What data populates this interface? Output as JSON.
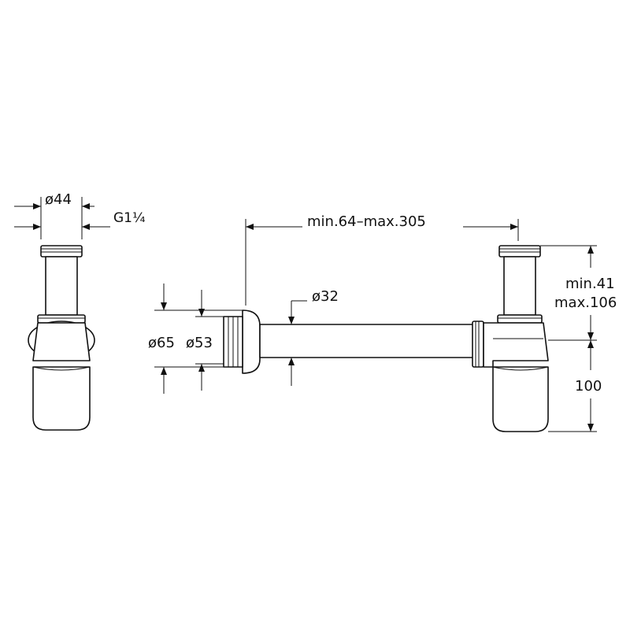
{
  "side_view": {
    "diameter_label": "ø44",
    "thread_label": "G1¼"
  },
  "front_view": {
    "length_label": "min.64–max.305",
    "pipe_diameter_label": "ø32",
    "rosette_outer_label": "ø65",
    "rosette_inner_label": "ø53",
    "height_min_label": "min.41",
    "height_max_label": "max.106",
    "trap_height_label": "100"
  }
}
